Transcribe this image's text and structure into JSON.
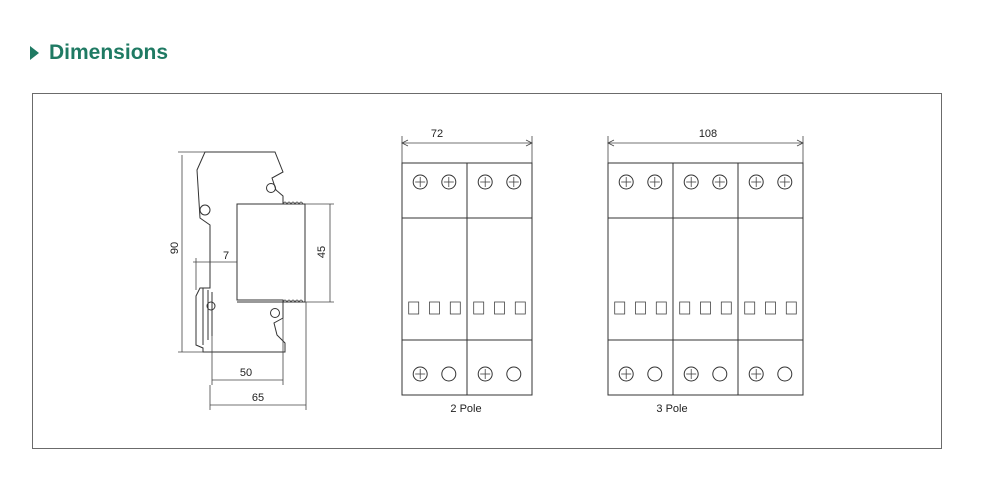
{
  "header": {
    "title": "Dimensions"
  },
  "side_view": {
    "dim_height": "90",
    "dim_inner": "45",
    "dim_offset": "7",
    "dim_width_inner": "50",
    "dim_width_total": "65"
  },
  "pole2": {
    "dim_width": "72",
    "caption": "2 Pole",
    "modules": 2
  },
  "pole3": {
    "dim_width": "108",
    "caption": "3 Pole",
    "modules": 3
  },
  "colors": {
    "accent": "#1f7a63",
    "line": "#333333"
  }
}
